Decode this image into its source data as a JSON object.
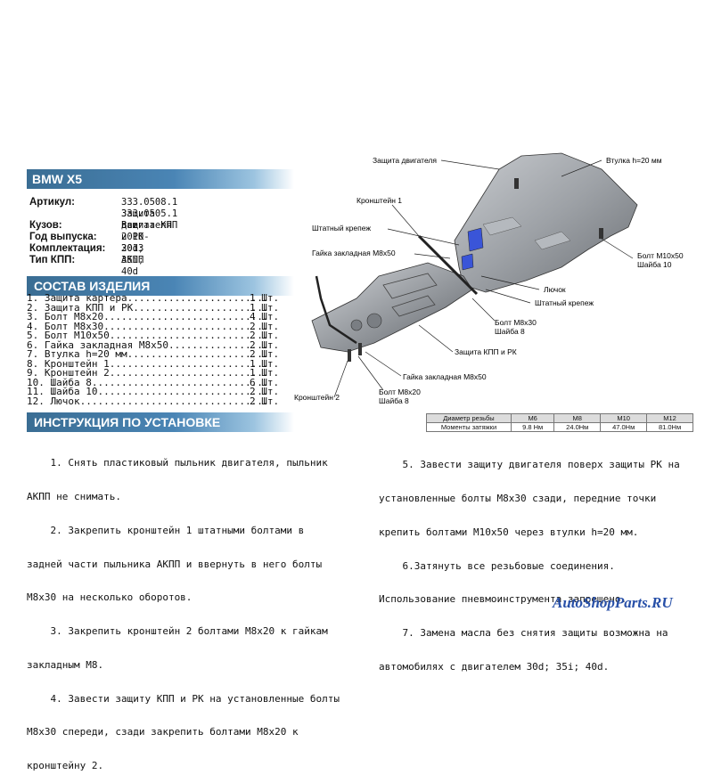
{
  "title": "BMW X5",
  "specs": [
    {
      "key": "Артикул:",
      "value": "333.0508.1 Защита двигателя"
    },
    {
      "key": "",
      "value": "333.0505.1 Защита КПП и РК"
    },
    {
      "key": "Кузов:",
      "value": "Все"
    },
    {
      "key": "Год выпуска:",
      "value": "2010-2013"
    },
    {
      "key": "Комплектация:",
      "value": "30d; 35i; 40d"
    },
    {
      "key": "Тип КПП:",
      "value": "АКПП"
    }
  ],
  "parts_title": "СОСТАВ ИЗДЕЛИЯ",
  "parts": [
    {
      "name": "1. Защита картера........................",
      "qty": "1 Шт."
    },
    {
      "name": "2. Защита КПП и РК.......................",
      "qty": "1 Шт."
    },
    {
      "name": "3. Болт М8х20............................",
      "qty": "4 Шт."
    },
    {
      "name": "4. Болт М8х30............................",
      "qty": "2 Шт."
    },
    {
      "name": "5. Болт М10х50...........................",
      "qty": "2 Шт."
    },
    {
      "name": "6. Гайка закладная М8х50.................",
      "qty": "2 Шт."
    },
    {
      "name": "7. Втулка h=20 мм........................",
      "qty": "2 Шт."
    },
    {
      "name": "8. Кронштейн 1...........................",
      "qty": "1 Шт."
    },
    {
      "name": "9. Кронштейн 2...........................",
      "qty": "1 Шт."
    },
    {
      "name": "10. Шайба 8..............................",
      "qty": "6 Шт."
    },
    {
      "name": "11. Шайба 10.............................",
      "qty": "2 Шт."
    },
    {
      "name": "12. Лючок................................",
      "qty": "2 Шт."
    }
  ],
  "instructions_title": "ИНСТРУКЦИЯ ПО УСТАНОВКЕ",
  "instructions_left": [
    "    1. Снять пластиковый пыльник двигателя, пыльник",
    "АКПП не снимать.",
    "    2. Закрепить кронштейн 1 штатными болтами в",
    "задней части пыльника АКПП и ввернуть в него болты",
    "М8х30 на несколько оборотов.",
    "    3. Закрепить кронштейн 2 болтами М8х20 к гайкам",
    "закладным М8.",
    "    4. Завести защиту КПП и РК на установленные болты",
    "М8х30 спереди, сзади закрепить болтами М8х20 к",
    "кронштейну 2."
  ],
  "instructions_right": [
    "    5. Завести защиту двигателя поверх защиты РК на",
    "установленные болты М8х30 сзади, передние точки",
    "крепить болтами М10х50 через втулки h=20 мм.",
    "    6.Затянуть все резьбовые соединения.",
    "Использование пневмоинструмента запрещено.",
    "    7. Замена масла без снятия защиты возможна на",
    "автомобилях с двигателем 30d; 35i; 40d."
  ],
  "torque_table": {
    "header": [
      "Диаметр резьбы",
      "M6",
      "M8",
      "M10",
      "M12"
    ],
    "row": [
      "Моменты затяжки",
      "9.8 Нм",
      "24.0Нм",
      "47.0Нм",
      "81.0Нм"
    ]
  },
  "diagram_labels": {
    "engine_guard": "Защита двигателя",
    "bushing": "Втулка h=20 мм",
    "bracket1": "Кронштейн 1",
    "stock_fastener_top": "Штатный крепеж",
    "nut_top": "Гайка закладная М8х50",
    "bolt_m10": "Болт М10х50\nШайба 10",
    "hatch": "Лючок",
    "stock_fastener_mid": "Штатный крепеж",
    "bolt_m8x30": "Болт М8х30\nШайба 8",
    "kpp_guard": "Защита КПП и РК",
    "nut_bottom": "Гайка закладная М8х50",
    "bolt_m8x20": "Болт М8х20\nШайба 8",
    "bracket2": "Кронштейн 2"
  },
  "logo": "AutoShopParts.RU",
  "colors": {
    "accent": "#4a85b5",
    "logo_blue": "#2850a8",
    "logo_red": "#d32020"
  }
}
